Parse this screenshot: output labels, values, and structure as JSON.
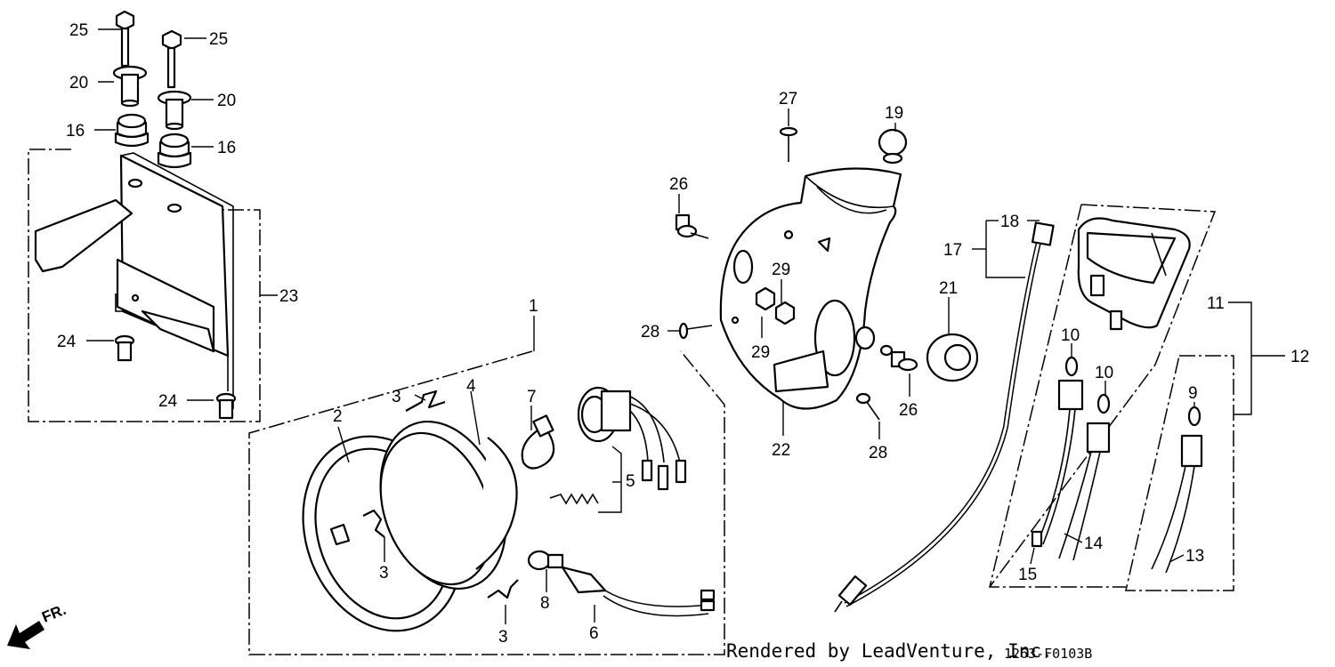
{
  "diagram": {
    "callouts": [
      "25",
      "25",
      "20",
      "20",
      "16",
      "16",
      "23",
      "24",
      "24",
      "1",
      "2",
      "3",
      "3",
      "3",
      "4",
      "7",
      "5",
      "8",
      "6",
      "27",
      "19",
      "26",
      "29",
      "29",
      "28",
      "22",
      "26",
      "28",
      "18",
      "17",
      "21",
      "11",
      "12",
      "10",
      "10",
      "9",
      "14",
      "15",
      "13"
    ],
    "direction_label": "FR.",
    "footer_credit": "Rendered by LeadVenture, Inc.",
    "footer_code": "1263-F0103B"
  }
}
